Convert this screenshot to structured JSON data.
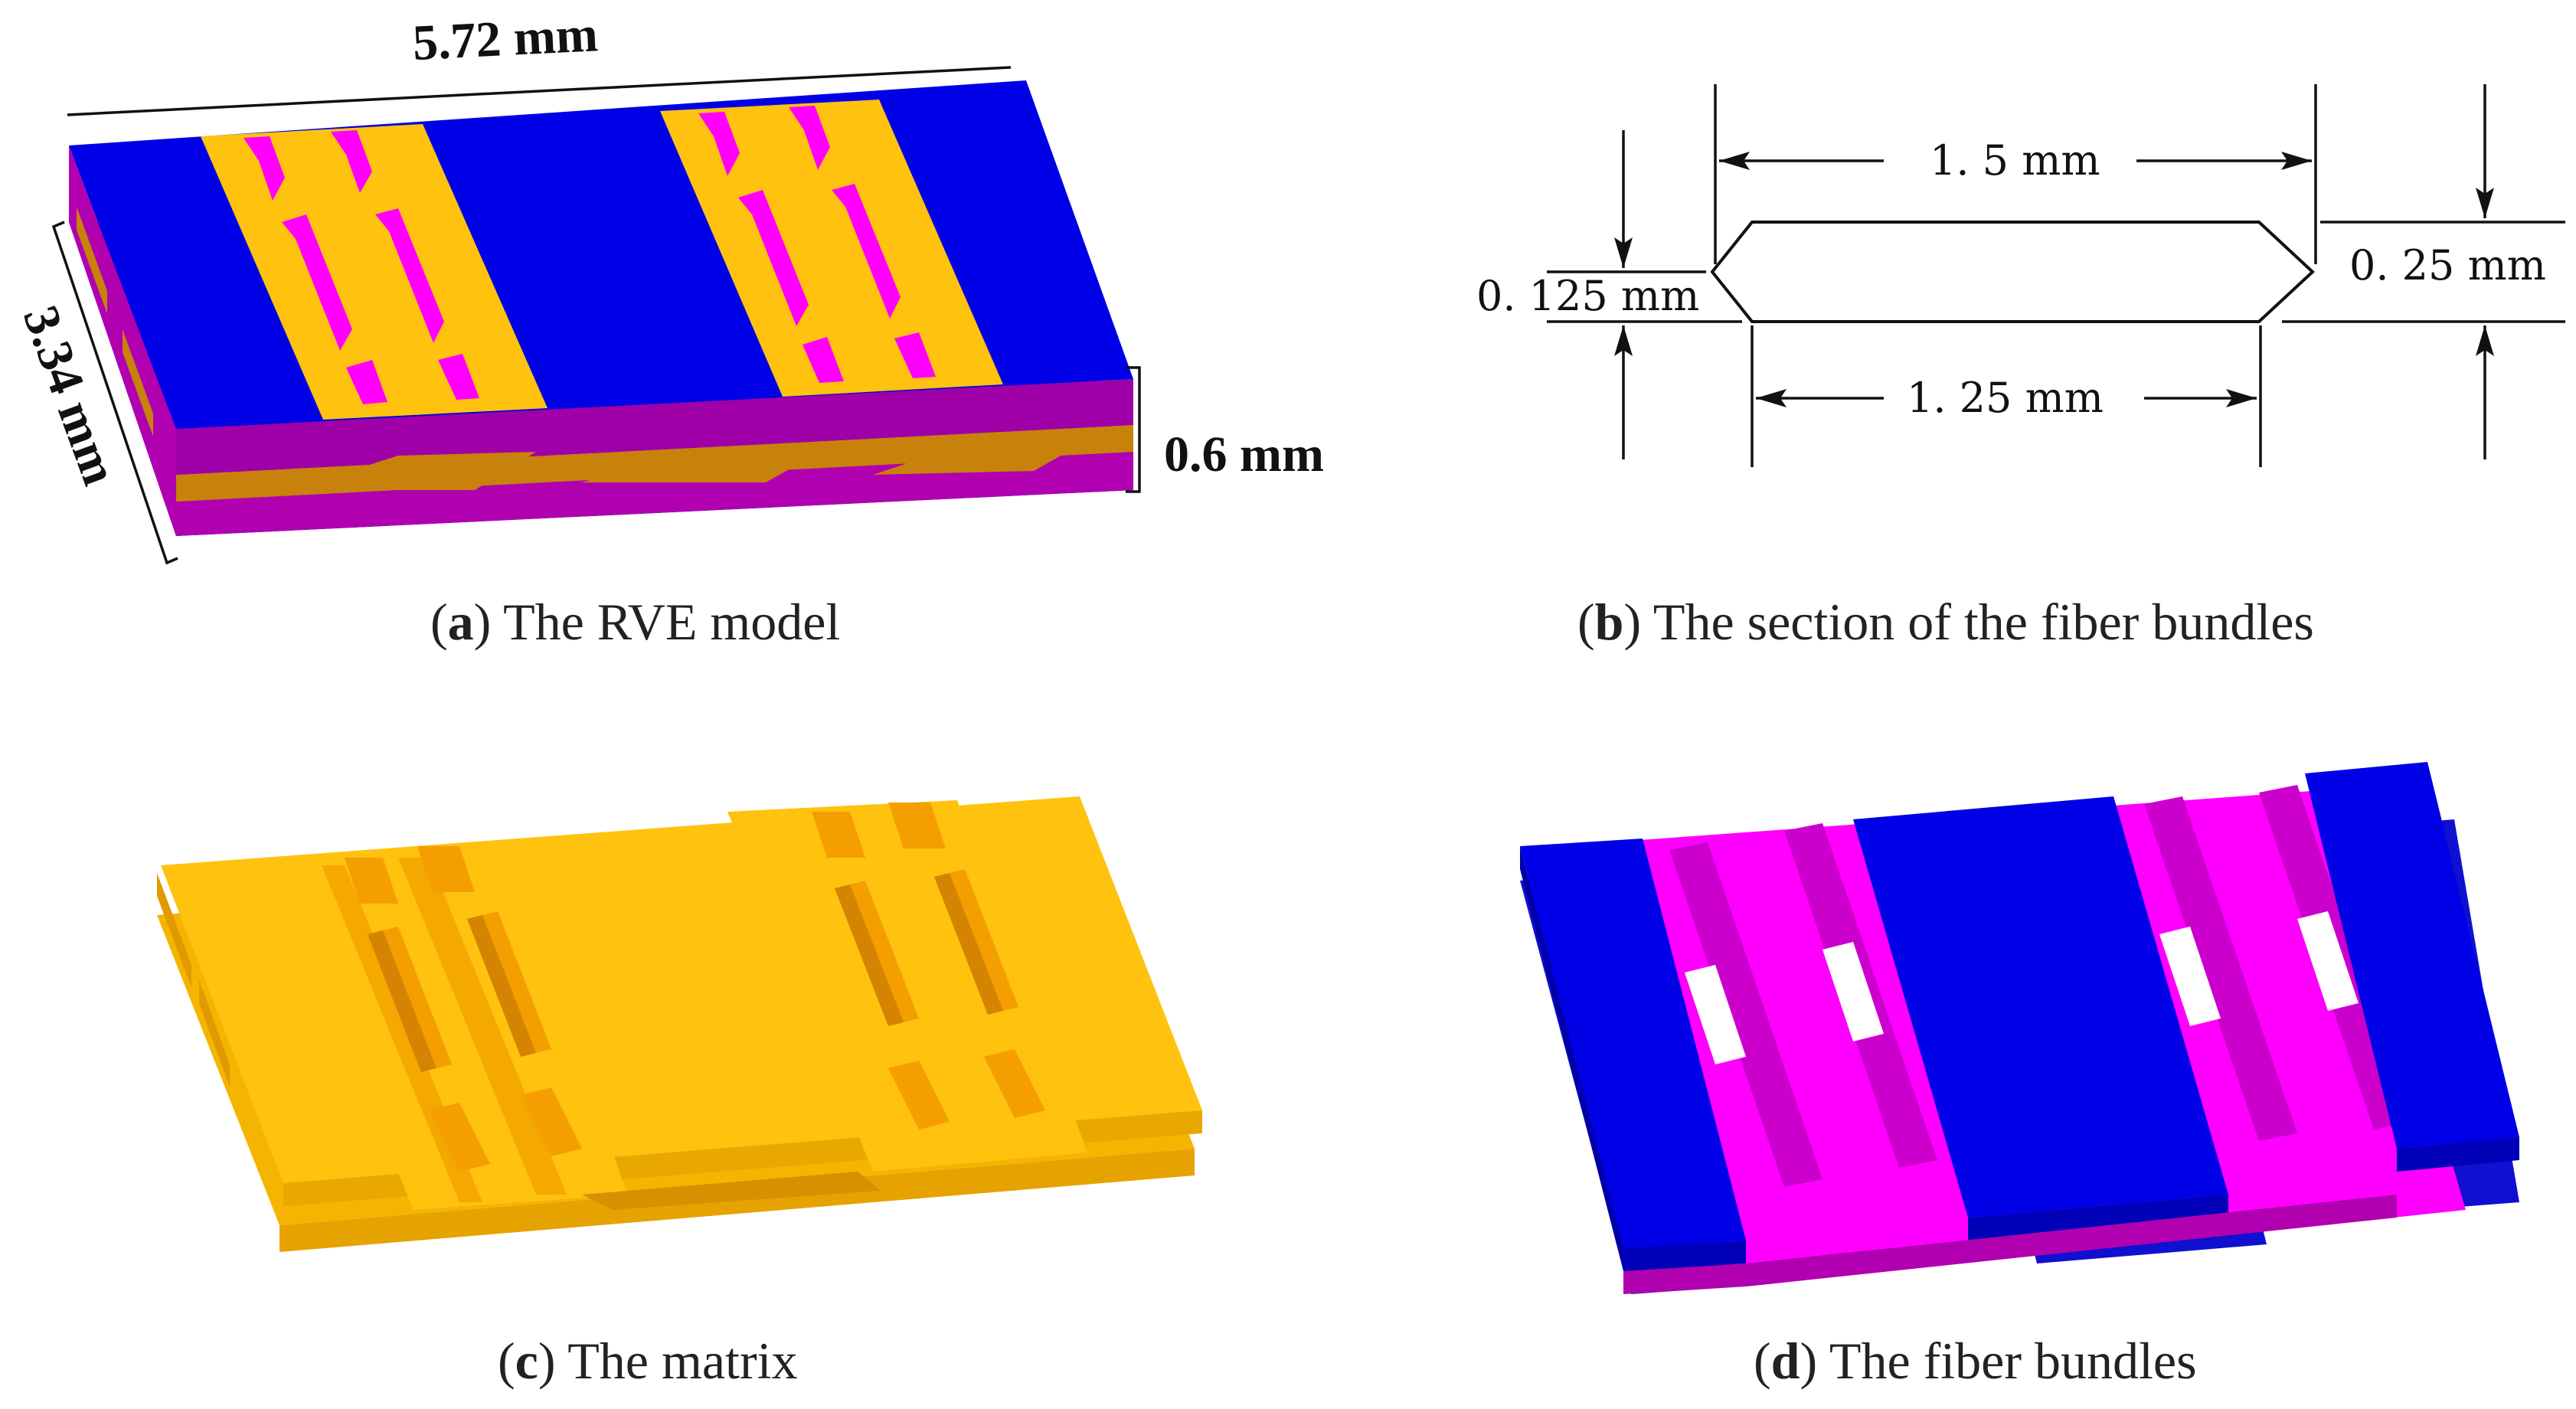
{
  "panel_a": {
    "tag": "a",
    "caption": "The RVE model",
    "length_label": "5.72 mm",
    "width_label": "3.34 mm",
    "thickness_label": "0.6 mm"
  },
  "panel_b": {
    "tag": "b",
    "caption": "The section of the fiber bundles",
    "top_width_label": "1. 5 mm",
    "bottom_width_label": "1. 25 mm",
    "left_height_label": "0. 125 mm",
    "right_height_label": "0. 25 mm"
  },
  "panel_c": {
    "tag": "c",
    "caption": "The matrix"
  },
  "panel_d": {
    "tag": "d",
    "caption": "The fiber bundles"
  },
  "colors": {
    "warp_blue": "#0000e6",
    "weft_magenta": "#ff00ff",
    "matrix_yellow": "#ffc20e",
    "matrix_dark": "#c08000"
  }
}
